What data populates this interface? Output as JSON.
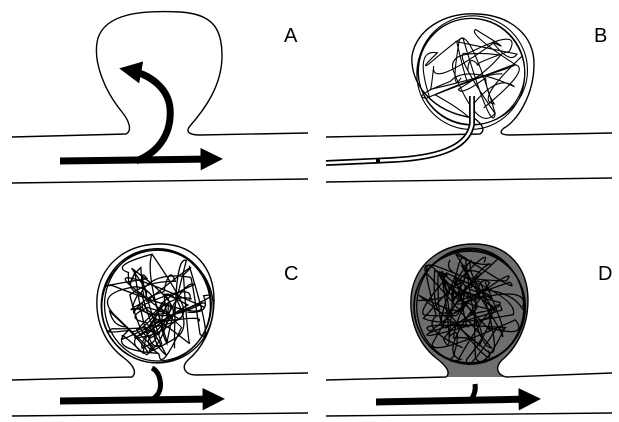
{
  "panels": [
    {
      "id": "A",
      "label": "A"
    },
    {
      "id": "B",
      "label": "B"
    },
    {
      "id": "C",
      "label": "C"
    },
    {
      "id": "D",
      "label": "D"
    }
  ],
  "colors": {
    "line": "#000000",
    "background": "#ffffff",
    "thrombus_fill": "#6e6e6e"
  }
}
